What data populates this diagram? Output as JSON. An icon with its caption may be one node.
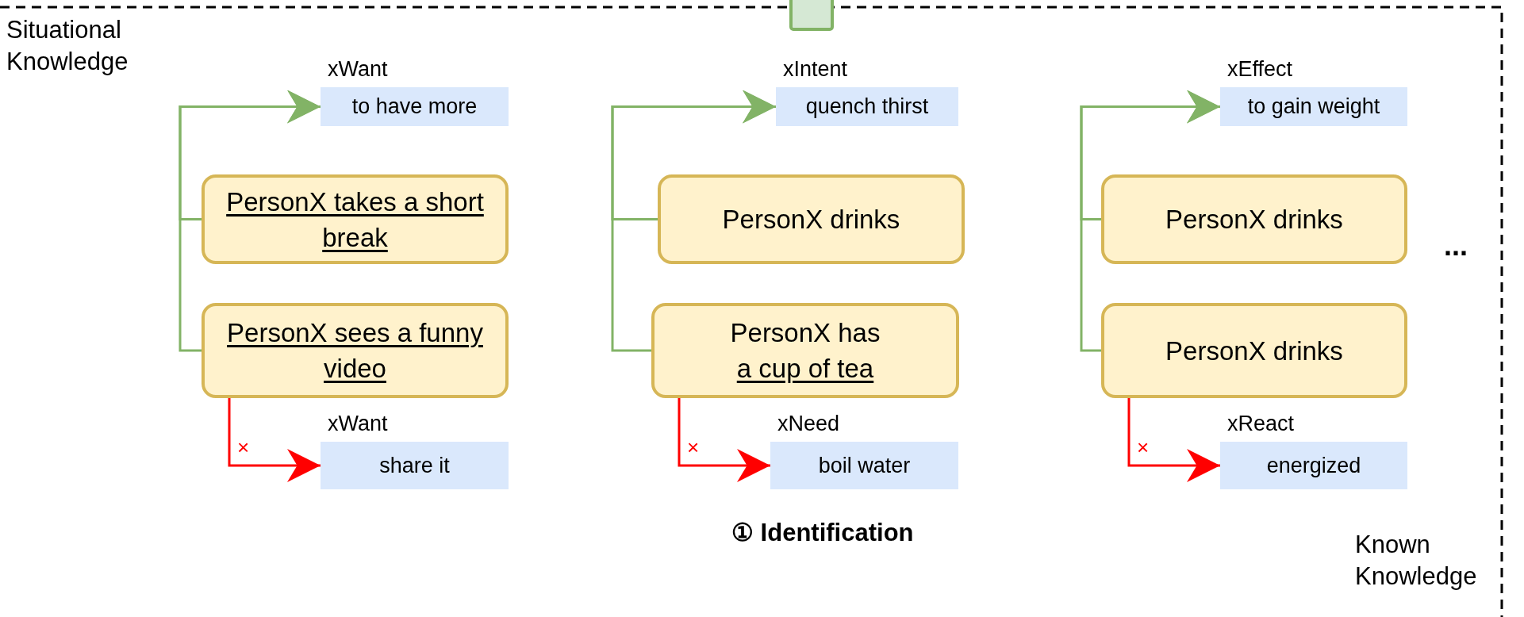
{
  "diagram": {
    "nodes": [
      {
        "text": [],
        "shape": "box"
      },
      {
        "text": [
          "xWant",
          "to have more"
        ]
      },
      {
        "text": [
          "PersonX takes a short break"
        ]
      },
      {
        "text": [
          "PersonX sees a funny video"
        ]
      },
      {
        "text": [
          "xWant",
          "share it"
        ]
      },
      {
        "text": [
          "xIntent",
          "quench thirst"
        ]
      },
      {
        "text": [
          "PersonX drinks"
        ]
      },
      {
        "text": [
          "PersonX has",
          "a cup of tea"
        ]
      },
      {
        "text": [
          "xNeed",
          "boil water"
        ]
      },
      {
        "text": [
          "xEffect",
          "to gain weight"
        ]
      },
      {
        "text": [
          "PersonX drinks"
        ]
      },
      {
        "text": [
          "PersonX drinks"
        ]
      },
      {
        "text": [
          "xReact",
          "energized"
        ]
      }
    ],
    "edges": [
      {
        "from": 2,
        "to": 1,
        "arrow": "to"
      },
      {
        "from": 3,
        "to": 1,
        "arrow": "to"
      },
      {
        "from": 3,
        "to": 4,
        "arrow": "to",
        "label": "×",
        "color": "#ff0000"
      },
      {
        "from": 6,
        "to": 5,
        "arrow": "to"
      },
      {
        "from": 7,
        "to": 5,
        "arrow": "to"
      },
      {
        "from": 7,
        "to": 8,
        "arrow": "to",
        "label": "×",
        "color": "#ff0000"
      },
      {
        "from": 10,
        "to": 9,
        "arrow": "to"
      },
      {
        "from": 11,
        "to": 9,
        "arrow": "to"
      },
      {
        "from": 11,
        "to": 12,
        "arrow": "to",
        "label": "×",
        "color": "#ff0000"
      }
    ],
    "labels": [
      "Situational Knowledge",
      "...",
      "① Identification",
      "Known Knowledge"
    ]
  }
}
